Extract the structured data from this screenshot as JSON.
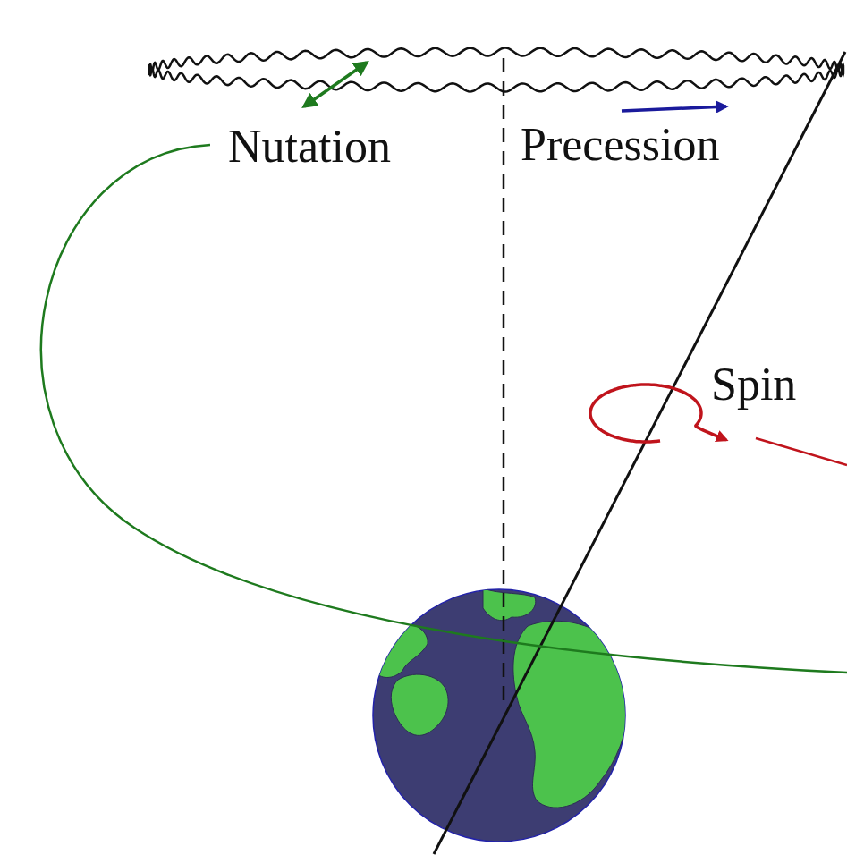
{
  "diagram": {
    "labels": [
      "Nutation",
      "Precession",
      "Spin"
    ]
  }
}
